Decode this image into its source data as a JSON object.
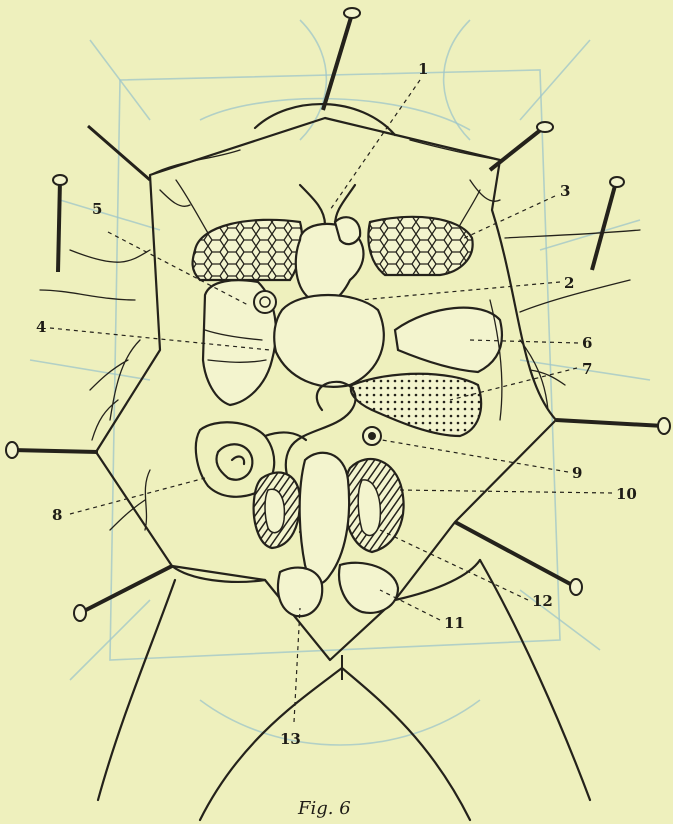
{
  "figure": {
    "caption": "Fig. 6",
    "labels": [
      {
        "id": "1",
        "text": "1"
      },
      {
        "id": "2",
        "text": "2"
      },
      {
        "id": "3",
        "text": "3"
      },
      {
        "id": "4",
        "text": "4"
      },
      {
        "id": "5",
        "text": "5"
      },
      {
        "id": "6",
        "text": "6"
      },
      {
        "id": "7",
        "text": "7"
      },
      {
        "id": "8",
        "text": "8"
      },
      {
        "id": "9",
        "text": "9"
      },
      {
        "id": "10",
        "text": "10"
      },
      {
        "id": "11",
        "text": "11"
      },
      {
        "id": "12",
        "text": "12"
      },
      {
        "id": "13",
        "text": "13"
      }
    ]
  },
  "colors": {
    "paper": "#eef0bd",
    "ink": "#24221b",
    "show_through": "#9ec5c9"
  }
}
